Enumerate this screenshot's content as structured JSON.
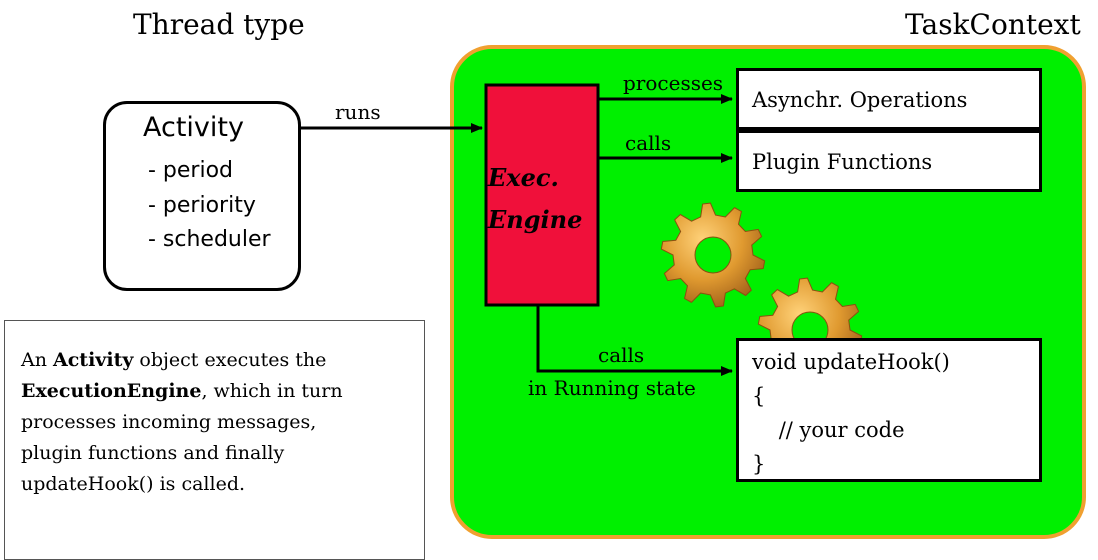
{
  "headings": {
    "thread_type": "Thread type",
    "task_context": "TaskContext"
  },
  "activity": {
    "title": "Activity",
    "items": [
      "- period",
      "- periority",
      "- scheduler"
    ]
  },
  "exec_engine": {
    "line1": "Exec.",
    "line2": "Engine"
  },
  "arrows": {
    "runs": "runs",
    "processes": "processes",
    "calls_plugin": "calls",
    "calls_hook": "calls",
    "in_running_state": "in Running state"
  },
  "boxes": {
    "async_operations": "Asynchr. Operations",
    "plugin_functions": "Plugin Functions",
    "update_hook": {
      "lines": [
        "void updateHook()",
        "{",
        "    // your code",
        "}"
      ]
    }
  },
  "description": {
    "lines": [
      [
        "An ",
        "Activity",
        " object executes the"
      ],
      [
        "",
        "ExecutionEngine",
        ", which in turn"
      ],
      [
        "processes incoming messages,",
        "",
        ""
      ],
      [
        "plugin functions and finally",
        "",
        ""
      ],
      [
        "updateHook() is called.",
        "",
        ""
      ]
    ]
  },
  "colors": {
    "task_context_fill": "#00f000",
    "task_context_border": "#f0a030",
    "exec_engine_fill": "#f0103a",
    "gear_color": "#e09a30"
  },
  "icons": [
    "gear-icon",
    "gear-icon"
  ]
}
